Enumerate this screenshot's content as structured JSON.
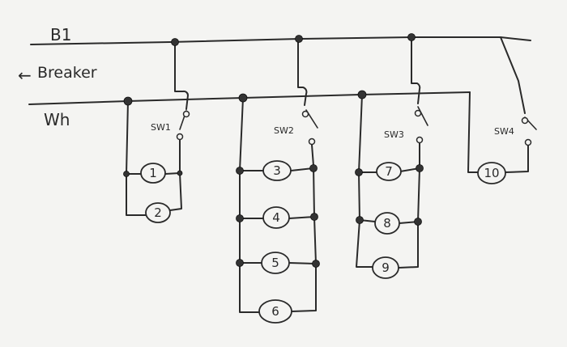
{
  "labels": {
    "b1": "B1",
    "breaker": "Breaker",
    "arrow": "←",
    "wh": "Wh"
  },
  "switches": [
    {
      "id": "sw1",
      "label": "SW1"
    },
    {
      "id": "sw2",
      "label": "SW2"
    },
    {
      "id": "sw3",
      "label": "SW3"
    },
    {
      "id": "sw4",
      "label": "SW4"
    }
  ],
  "lamps": [
    {
      "id": "lamp-1",
      "label": "1"
    },
    {
      "id": "lamp-2",
      "label": "2"
    },
    {
      "id": "lamp-3",
      "label": "3"
    },
    {
      "id": "lamp-4",
      "label": "4"
    },
    {
      "id": "lamp-5",
      "label": "5"
    },
    {
      "id": "lamp-6",
      "label": "6"
    },
    {
      "id": "lamp-7",
      "label": "7"
    },
    {
      "id": "lamp-8",
      "label": "8"
    },
    {
      "id": "lamp-9",
      "label": "9"
    },
    {
      "id": "lamp-10",
      "label": "10"
    }
  ]
}
